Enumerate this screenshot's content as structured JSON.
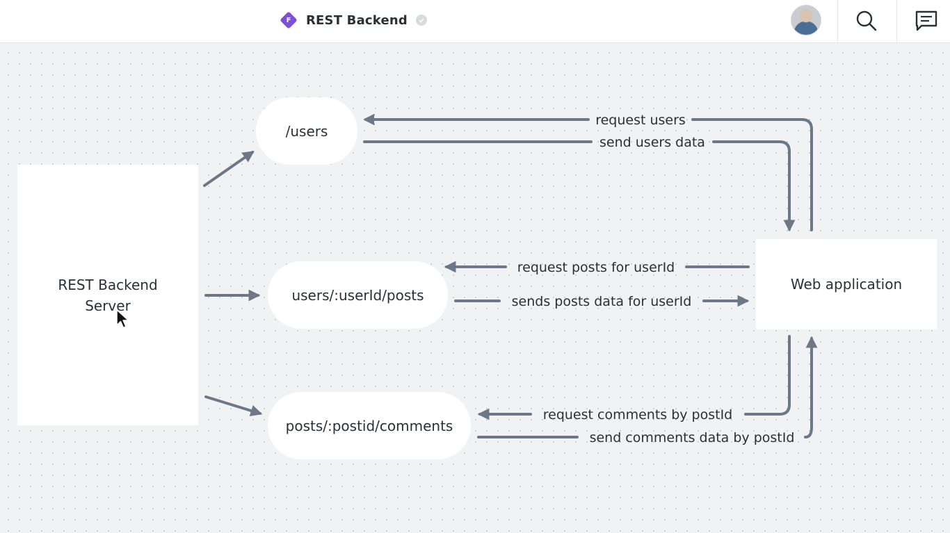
{
  "header": {
    "doc_badge_letter": "F",
    "doc_title": "REST Backend",
    "icons": {
      "badge": "diamond-badge-icon",
      "verified": "verified-check-icon",
      "search": "search-icon",
      "comments": "comment-icon"
    },
    "colors": {
      "badge": "#7b4fd6"
    }
  },
  "diagram": {
    "nodes": {
      "server_line1": "REST Backend",
      "server_line2": "Server",
      "users": "/users",
      "user_posts": "users/:userId/posts",
      "post_comments": "posts/:postid/comments",
      "web_app": "Web application"
    },
    "edges": {
      "request_users": "request users",
      "send_users": "send users data",
      "request_posts": "request posts for userId",
      "send_posts": "sends posts data for userId",
      "request_comments": "request comments by postId",
      "send_comments": "send comments data by postId"
    },
    "colors": {
      "edge": "#6c7787",
      "canvas": "#f1f2f4",
      "node": "#ffffff"
    }
  }
}
